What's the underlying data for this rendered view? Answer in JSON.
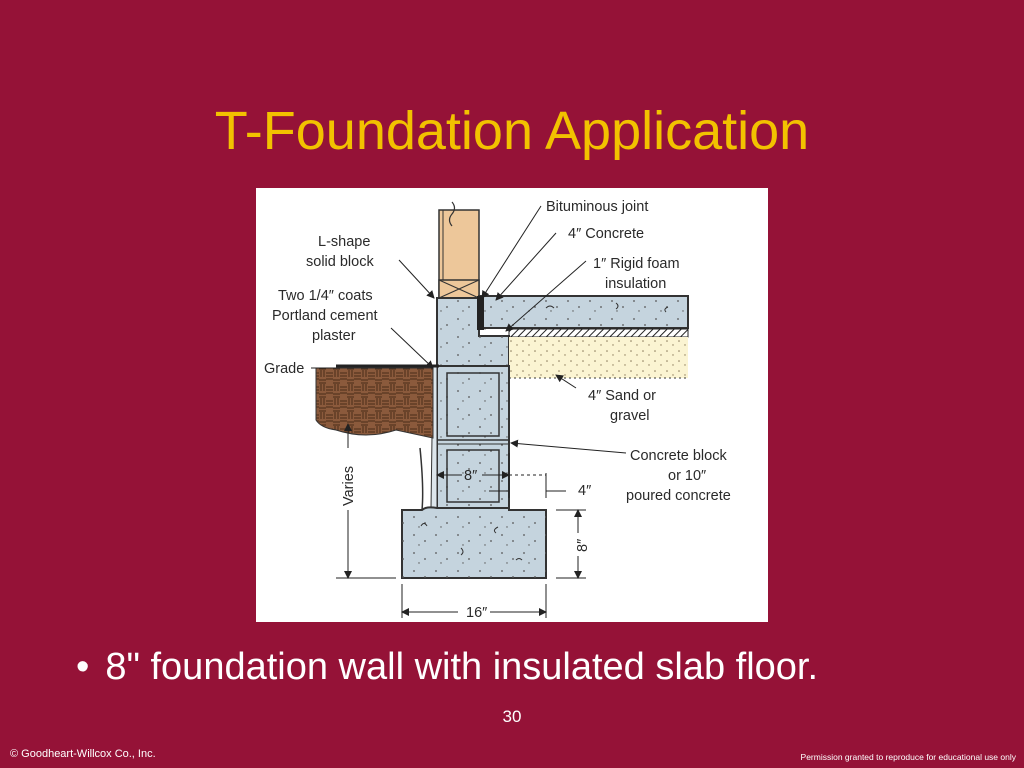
{
  "slide": {
    "title": "T-Foundation Application",
    "bullet": "8\" foundation wall with insulated slab floor.",
    "page_number": "30",
    "copyright": "© Goodheart-Willcox Co., Inc.",
    "permission": "Permission granted to reproduce for educational use only"
  },
  "diagram": {
    "labels": {
      "bituminous_joint": "Bituminous joint",
      "concrete_4": "4″ Concrete",
      "rigid_foam_1": "1″ Rigid foam",
      "rigid_foam_2": "insulation",
      "lshape_1": "L-shape",
      "lshape_2": "solid block",
      "plaster_1": "Two 1/4″ coats",
      "plaster_2": "Portland cement",
      "plaster_3": "plaster",
      "grade": "Grade",
      "sand_1": "4″ Sand or",
      "sand_2": "gravel",
      "block_1": "Concrete block",
      "block_2": "or 10″",
      "block_3": "poured concrete",
      "dim_4": "4″",
      "dim_8_wall": "8″",
      "dim_8_footing": "8″",
      "dim_16": "16″",
      "varies": "Varies"
    }
  },
  "colors": {
    "background": "#951237",
    "title": "#F2C200",
    "block": "#C5D4DE",
    "soil": "#8B5A3C",
    "sand": "#FBF4D2",
    "stud": "#EDC79A"
  }
}
